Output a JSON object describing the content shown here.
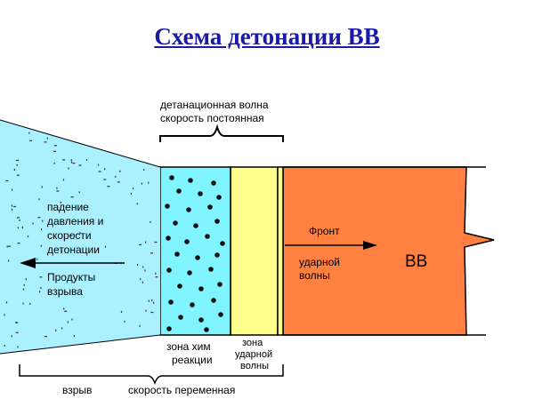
{
  "title": "Схема детонации ВВ",
  "top_label": [
    "детанационная волна",
    "скорость постоянная"
  ],
  "products": [
    "падение",
    "давления и",
    "скорости",
    "детонации",
    "Продукты",
    "взрыва"
  ],
  "front": [
    "Фронт",
    "ударной",
    "волны"
  ],
  "bb": "ВВ",
  "chem_zone": [
    "зона хим",
    "реакции"
  ],
  "shock_zone": [
    "зона",
    "ударной",
    "волны"
  ],
  "bottom_label": [
    "взрыв",
    "скорость переменная"
  ],
  "colors": {
    "title": "#1a1aa8",
    "products": "#aaf0ff",
    "chem_zone": "#80f4ff",
    "shock_zone": "#ffff8c",
    "explosive": "#ff8040"
  }
}
